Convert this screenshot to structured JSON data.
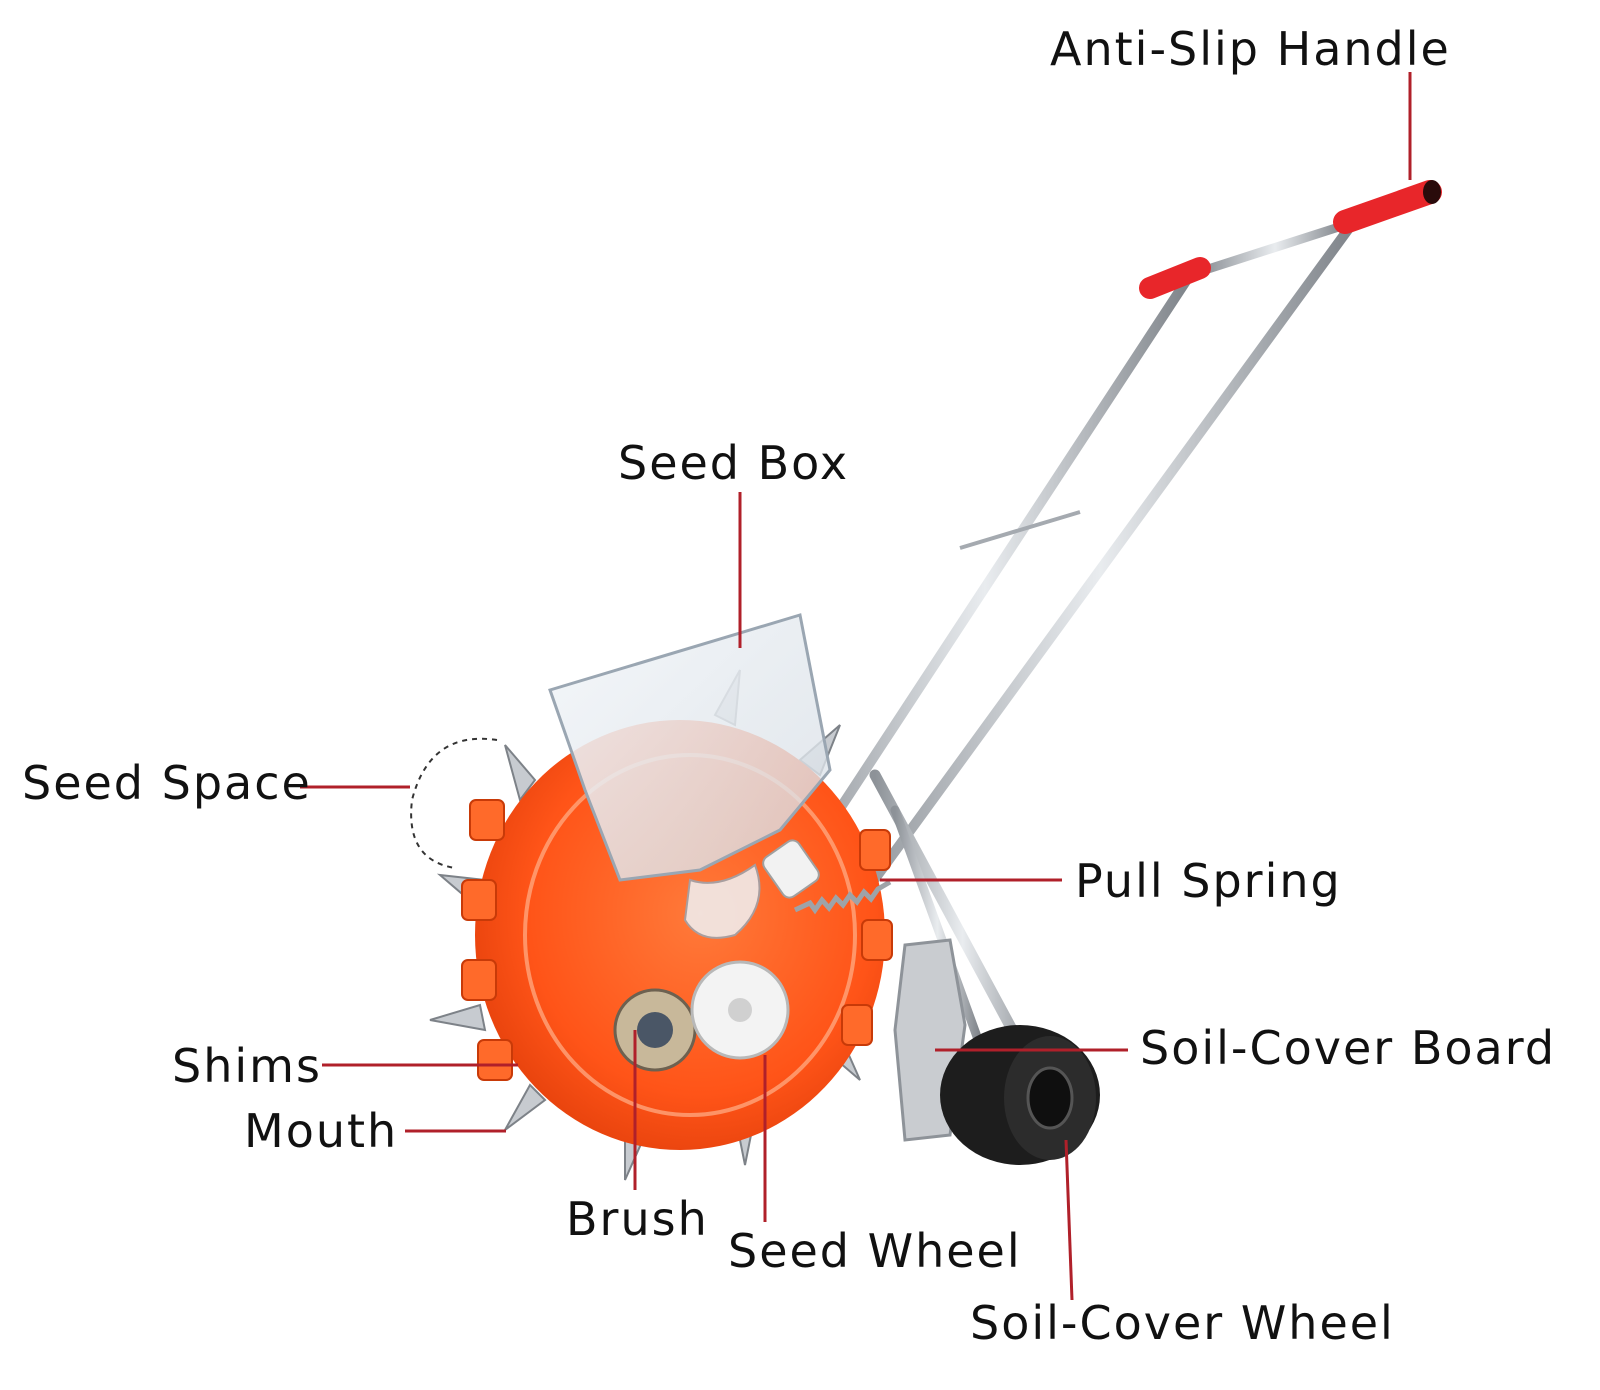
{
  "labels": {
    "anti_slip_handle": "Anti-Slip Handle",
    "seed_box": "Seed Box",
    "seed_space": "Seed Space",
    "pull_spring": "Pull Spring",
    "soil_cover_board": "Soil-Cover Board",
    "shims": "Shims",
    "mouth": "Mouth",
    "brush": "Brush",
    "seed_wheel": "Seed Wheel",
    "soil_cover_wheel": "Soil-Cover Wheel"
  },
  "colors": {
    "callout_line": "#b0202a",
    "seed_wheel_body": "#ff5a1f",
    "handle_grip": "#e8262a",
    "frame_metal": "#b9bdc2",
    "soil_cover_wheel": "#1d1d1d",
    "seed_box_plastic": "#e9eef3"
  },
  "icons": [
    "seed-planter-illustration"
  ]
}
